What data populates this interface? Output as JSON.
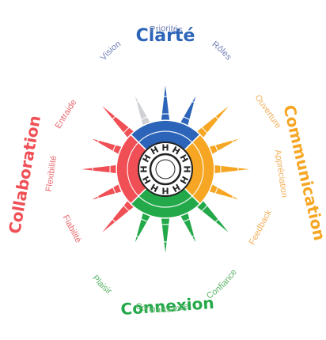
{
  "colors": {
    "blue": "#2B64B8",
    "orange": "#F6A623",
    "green": "#24A94A",
    "red": "#EF4F55",
    "gray": "#CFD1D4",
    "blue_text": "#6F7FB5",
    "orange_text": "#F2B05C",
    "green_text": "#5FB46B",
    "red_text": "#E7686D"
  },
  "center": {
    "letter": "H",
    "count": 12
  },
  "quadrants": {
    "top": {
      "title": "Clarté",
      "items": [
        "Vision",
        "Priorités",
        "Rôles"
      ]
    },
    "right": {
      "title": "Communication",
      "items": [
        "Ouverture",
        "Appréciation",
        "Feedback"
      ]
    },
    "bottom": {
      "title": "Connexion",
      "items": [
        "Plaisir",
        "Connaissance",
        "Confiance"
      ]
    },
    "left": {
      "title": "Collaboration",
      "items": [
        "Fiabilité",
        "Flexibilité",
        "Entraide"
      ]
    }
  }
}
